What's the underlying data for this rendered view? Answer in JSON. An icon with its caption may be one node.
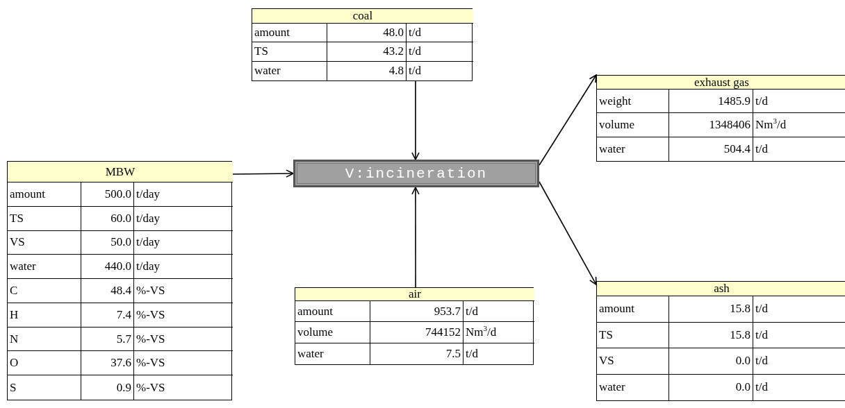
{
  "diagram": {
    "nodes": [
      {
        "text": [
          "coal",
          "amount",
          "48.0",
          "t/d",
          "TS",
          "43.2",
          "t/d",
          "water",
          "4.8",
          "t/d"
        ]
      },
      {
        "text": [
          "exhaust gas",
          "weight",
          "1485.9",
          "t/d",
          "volume",
          "1348406",
          "Nm$^{3}$/d",
          "water",
          "504.4",
          "t/d"
        ]
      },
      {
        "text": [
          "MBW",
          "amount",
          "500.0",
          "t/day",
          "TS",
          "60.0",
          "t/day",
          "VS",
          "50.0",
          "t/day",
          "water",
          "440.0",
          "t/day",
          "C",
          "48.4",
          "%-VS",
          "H",
          "7.4",
          "%-VS",
          "N",
          "5.7",
          "%-VS",
          "O",
          "37.6",
          "%-VS",
          "S",
          "0.9",
          "%-VS"
        ]
      },
      {
        "text": [
          "V:incineration"
        ]
      },
      {
        "text": [
          "air",
          "amount",
          "953.7",
          "t/d",
          "volume",
          "744152",
          "Nm$^{3}$/d",
          "water",
          "7.5",
          "t/d"
        ]
      },
      {
        "text": [
          "ash",
          "amount",
          "15.8",
          "t/d",
          "TS",
          "15.8",
          "t/d",
          "VS",
          "0.0",
          "t/d",
          "water",
          "0.0",
          "t/d"
        ]
      }
    ],
    "edges": [
      {
        "from": 0,
        "to": 3,
        "arrow": "to"
      },
      {
        "from": 2,
        "to": 3,
        "arrow": "to"
      },
      {
        "from": 4,
        "to": 3,
        "arrow": "to"
      },
      {
        "from": 3,
        "to": 1,
        "arrow": "to"
      },
      {
        "from": 3,
        "to": 5,
        "arrow": "to"
      }
    ]
  }
}
